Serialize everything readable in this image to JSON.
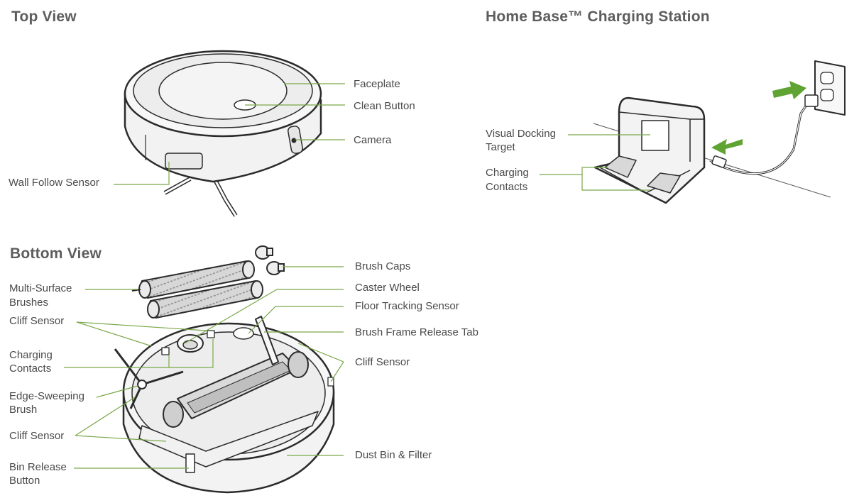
{
  "sections": {
    "top_view": "Top View",
    "bottom_view": "Bottom View",
    "home_base": "Home Base™ Charging Station"
  },
  "top_labels": {
    "faceplate": "Faceplate",
    "clean_button": "Clean Button",
    "camera": "Camera",
    "wall_follow_sensor": "Wall Follow Sensor"
  },
  "base_labels": {
    "visual_docking_1": "Visual Docking",
    "visual_docking_2": "Target",
    "charging_contacts_1": "Charging",
    "charging_contacts_2": "Contacts"
  },
  "bottom_labels": {
    "brush_caps": "Brush Caps",
    "multi_surface_1": "Multi-Surface",
    "multi_surface_2": "Brushes",
    "caster_wheel": "Caster Wheel",
    "floor_tracking": "Floor Tracking Sensor",
    "cliff_sensor_top": "Cliff Sensor",
    "brush_frame_release": "Brush Frame Release Tab",
    "charging_contacts_1": "Charging",
    "charging_contacts_2": "Contacts",
    "cliff_sensor_right": "Cliff Sensor",
    "edge_sweeping_1": "Edge-Sweeping",
    "edge_sweeping_2": "Brush",
    "cliff_sensor_left": "Cliff Sensor",
    "dust_bin": "Dust Bin & Filter",
    "bin_release_1": "Bin Release",
    "bin_release_2": "Button"
  },
  "colors": {
    "leader_line": "#7aa84a",
    "arrow": "#5fa332",
    "outline": "#2b2b2b",
    "fill_light": "#f2f2f2",
    "fill_mid": "#dcdcdc"
  }
}
